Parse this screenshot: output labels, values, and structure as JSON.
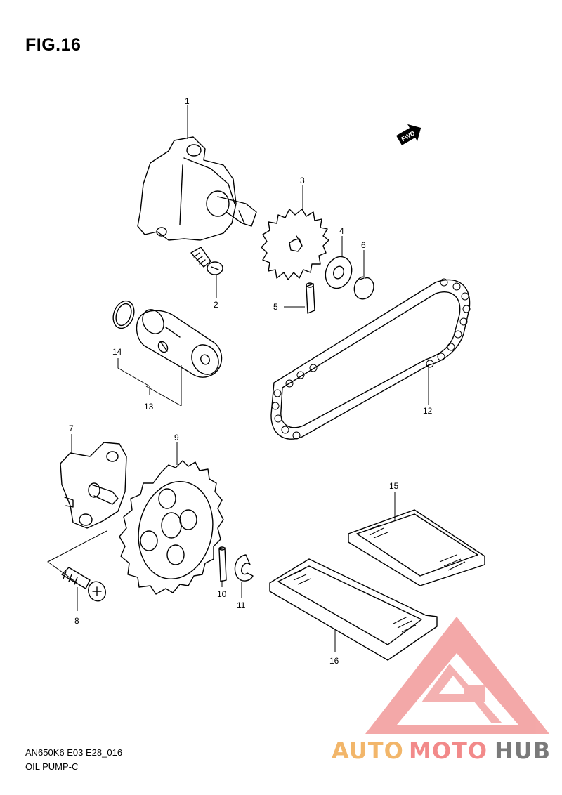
{
  "figure": {
    "title": "FIG.16",
    "model_code": "AN650K6 E03 E28_016",
    "section_name": "OIL PUMP-C"
  },
  "direction_marker": {
    "label": "FWD",
    "icon": "fwd-arrow-icon"
  },
  "callouts": [
    "1",
    "2",
    "3",
    "4",
    "5",
    "6",
    "7",
    "8",
    "9",
    "10",
    "11",
    "12",
    "13",
    "14",
    "15",
    "16"
  ],
  "watermark": {
    "text_a": "AUTO",
    "text_b": "MOTO",
    "text_c": "HUB",
    "colors": {
      "auto": "#f2b66a",
      "moto": "#f28a8a",
      "hub": "#7a7a7a",
      "triangle": "#f08080"
    }
  }
}
